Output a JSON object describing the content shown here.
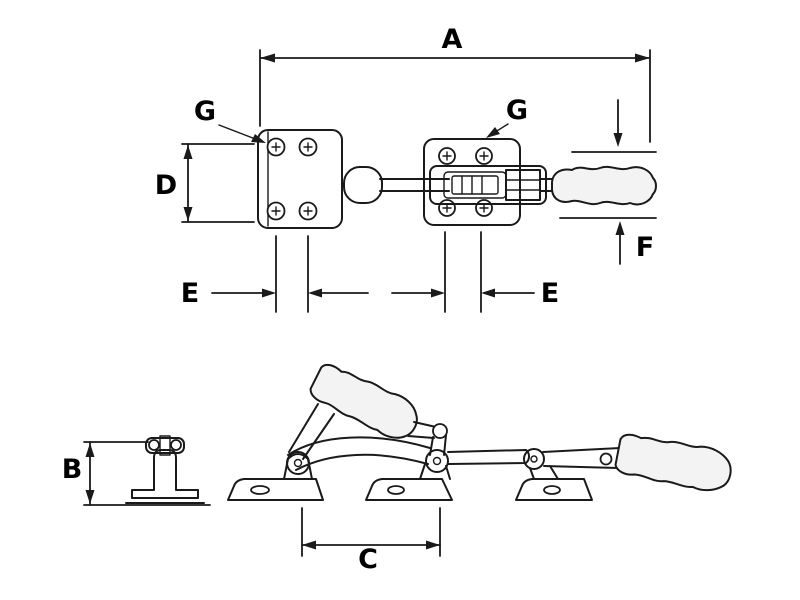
{
  "labels": {
    "a": "A",
    "b": "B",
    "c": "C",
    "d": "D",
    "e_left": "E",
    "e_right": "E",
    "f": "F",
    "g_left": "G",
    "g_right": "G"
  },
  "colors": {
    "line": "#1a1a1a",
    "background": "#ffffff",
    "grip_fill": "#f3f3f3",
    "label_color": "#000000"
  }
}
